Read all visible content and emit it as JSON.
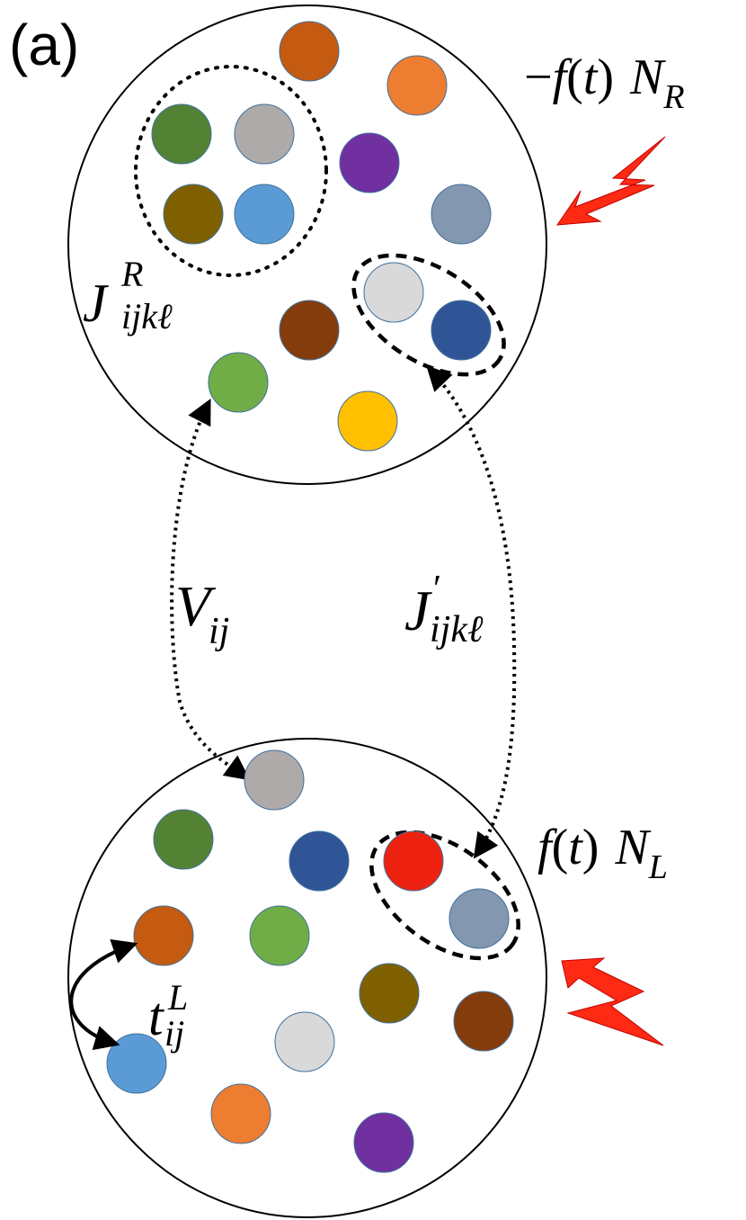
{
  "panel_label": "(a)",
  "top_system": {
    "drive_label": "−f(t) N_R",
    "coupling_label": "J^R_ijkℓ",
    "particle_colors": {
      "orange_dark": "#c55a11",
      "orange": "#ed7d31",
      "green_dark": "#548235",
      "gray": "#aeaaaa",
      "purple": "#7030a0",
      "olive": "#7f6000",
      "blue": "#5b9bd5",
      "slate": "#8497b0",
      "light_gray": "#d9d9d9",
      "navy": "#2f5597",
      "brown": "#843c0c",
      "green": "#70ad47",
      "gold": "#ffc000"
    }
  },
  "bottom_system": {
    "drive_label": "f(t) N_L",
    "hopping_label": "t^L_ij",
    "highlight_color": "#ee2211"
  },
  "inter_couplings": {
    "two_body": "V_ij",
    "four_body": "J′_ijkℓ"
  },
  "colors": {
    "lightning": "#ff2a14",
    "outline": "#000000",
    "particle_edge": "#41719c"
  }
}
